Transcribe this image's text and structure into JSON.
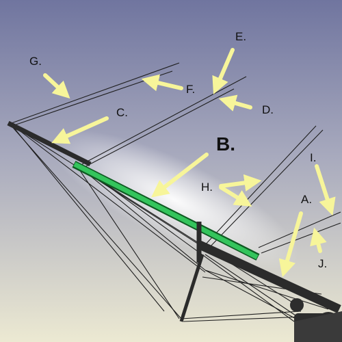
{
  "labels": {
    "a": "A.",
    "b": "B.",
    "c": "C.",
    "d": "D.",
    "e": "E.",
    "f": "F.",
    "g": "G.",
    "h": "H.",
    "i": "I.",
    "j": "J."
  },
  "colors": {
    "sky_top": "#70759f",
    "sky_bottom": "#ece9d2",
    "arrow": "#f7f59a",
    "spar": "#2b2b2b",
    "boom": "#34c45c",
    "boom_edge": "#0f5a22",
    "rigging": "#1e1e1e"
  }
}
